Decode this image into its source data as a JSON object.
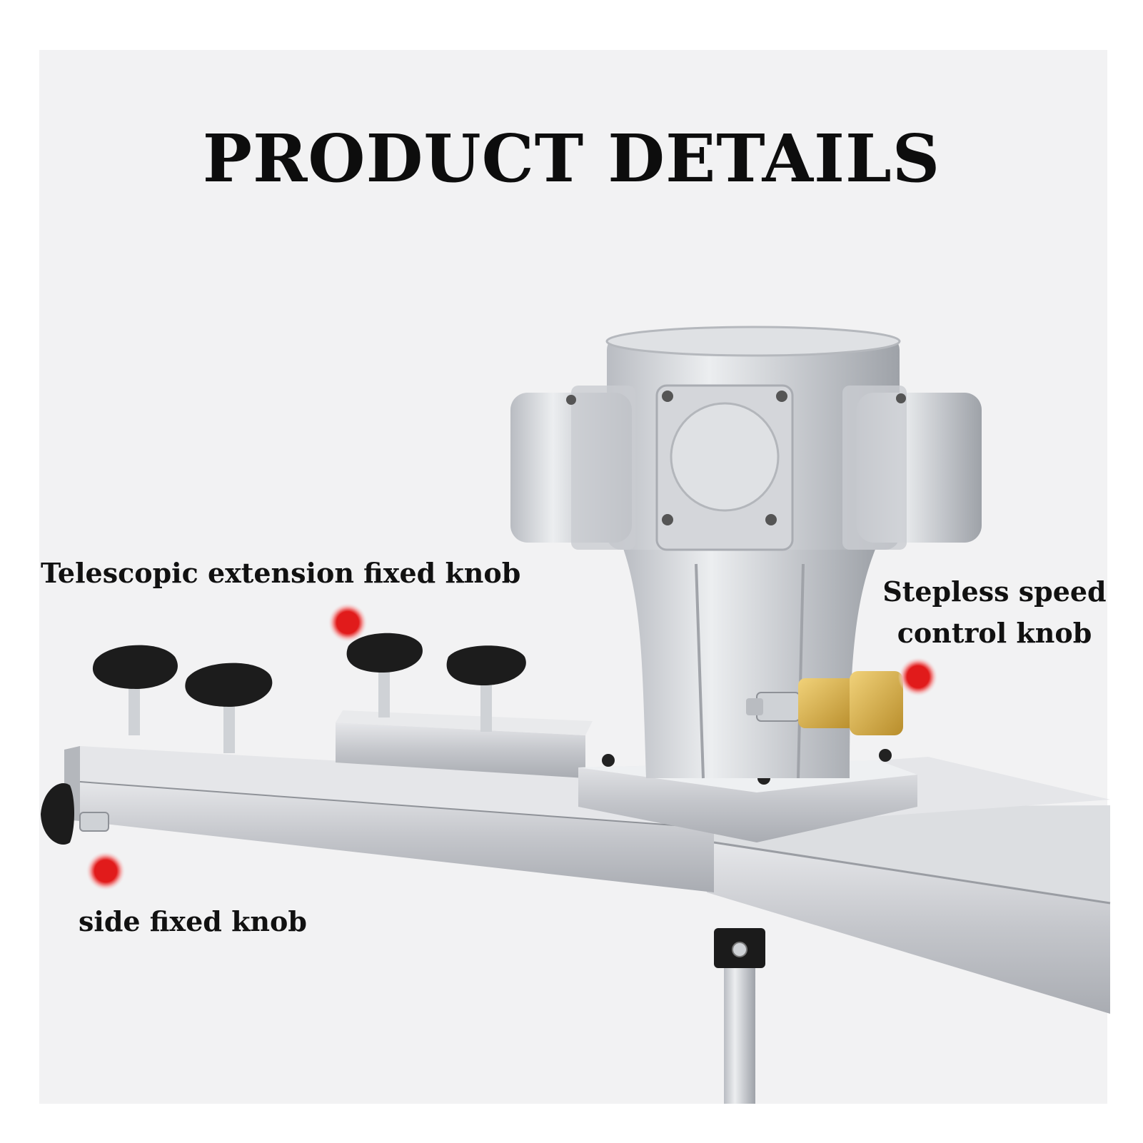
{
  "heading": "PRODUCT DETAILS",
  "callouts": {
    "telescopic": "Telescopic extension fixed knob",
    "speed_line1": "Stepless speed",
    "speed_line2": "control knob",
    "side": "side fixed knob"
  },
  "colors": {
    "marker": "#e11b1b",
    "aluminum": "#c9cbcf",
    "knob": "#1c1c1c",
    "brass": "#d9b24a"
  },
  "icons": [
    "red-dot-marker-icon",
    "star-knob-icon"
  ]
}
